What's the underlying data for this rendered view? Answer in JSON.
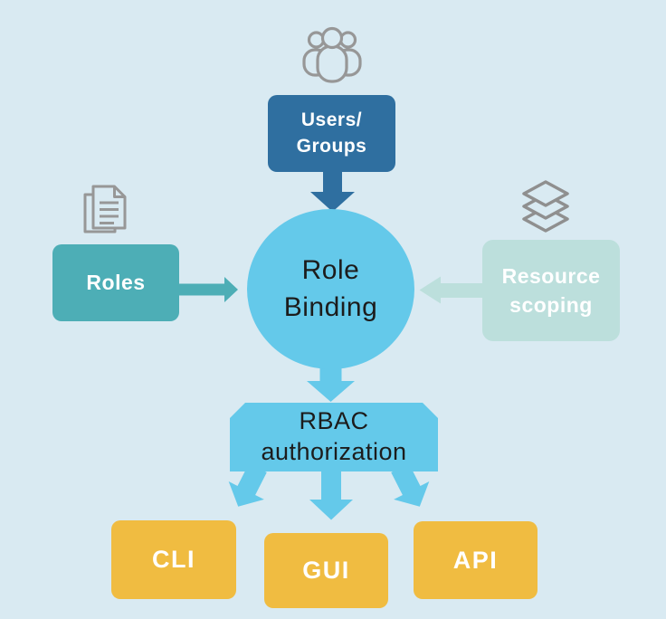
{
  "diagram": {
    "nodes": {
      "users_groups": {
        "label": "Users/\nGroups"
      },
      "role_binding": {
        "label": "Role\nBinding"
      },
      "roles": {
        "label": "Roles"
      },
      "resource_scoping": {
        "label": "Resource\nscoping"
      },
      "rbac_authorization": {
        "label": "RBAC\nauthorization"
      },
      "cli": {
        "label": "CLI"
      },
      "gui": {
        "label": "GUI"
      },
      "api": {
        "label": "API"
      }
    },
    "icons": {
      "users_group": "users-group-icon",
      "documents": "documents-icon",
      "layers": "layers-icon"
    },
    "colors": {
      "background": "#D9EAF2",
      "dark_blue": "#2F6FA0",
      "sky_blue": "#64C9EA",
      "teal": "#4DAEB6",
      "pale_teal": "#BCDFDC",
      "amber": "#F0BC41",
      "icon_gray": "#979797",
      "text_dark": "#1C1C1C",
      "text_light": "#FFFFFF"
    }
  }
}
